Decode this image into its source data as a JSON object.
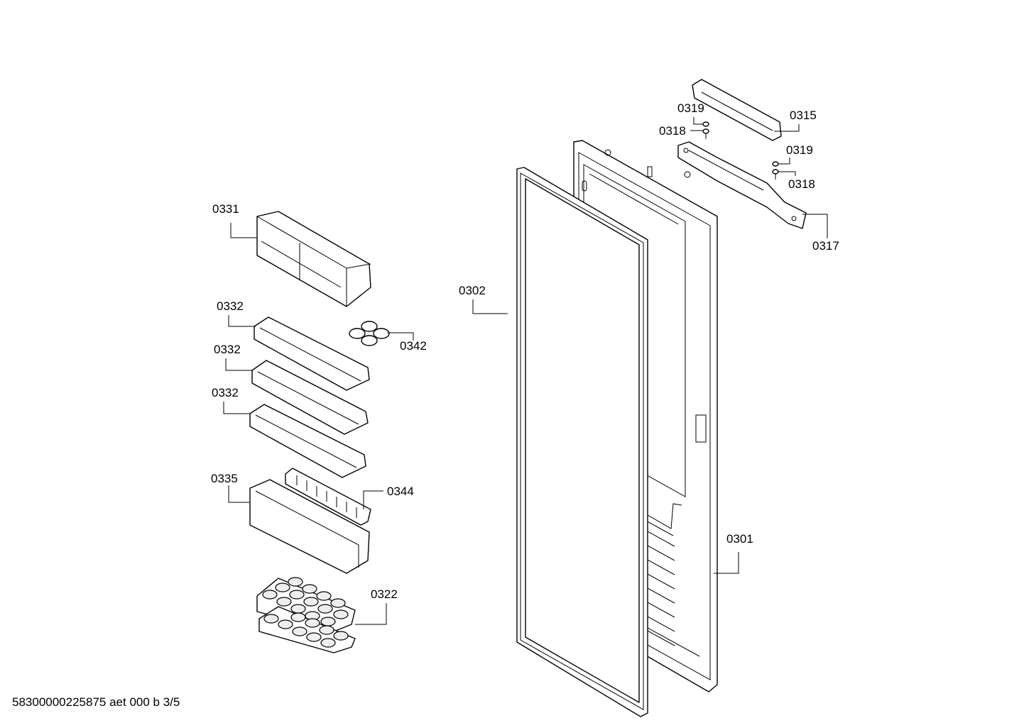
{
  "callouts": {
    "p0301": "0301",
    "p0302": "0302",
    "p0315": "0315",
    "p0317": "0317",
    "p0318a": "0318",
    "p0318b": "0318",
    "p0319a": "0319",
    "p0319b": "0319",
    "p0322": "0322",
    "p0331": "0331",
    "p0332a": "0332",
    "p0332b": "0332",
    "p0332c": "0332",
    "p0335": "0335",
    "p0342": "0342",
    "p0344": "0344"
  },
  "document_reference": "58300000225875 aet 000 b 3/5"
}
